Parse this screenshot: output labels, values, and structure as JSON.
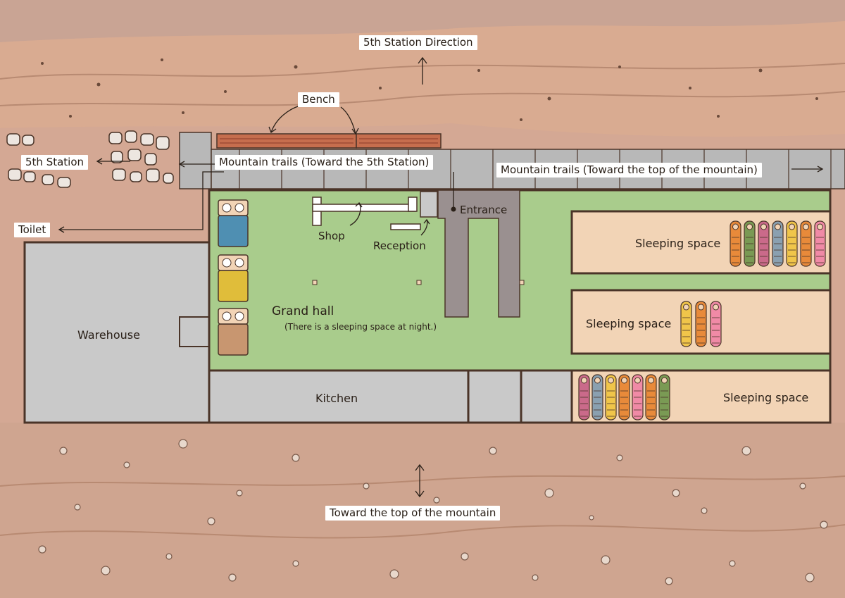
{
  "labels": {
    "fifth_station_direction": "5th Station Direction",
    "bench": "Bench",
    "fifth_station": "5th Station",
    "trail_to_fifth": "Mountain trails (Toward the 5th Station)",
    "trail_to_top": "Mountain trails (Toward the top of the mountain)",
    "toilet": "Toilet",
    "entrance": "Entrance",
    "shop": "Shop",
    "reception": "Reception",
    "warehouse": "Warehouse",
    "grand_hall": "Grand hall",
    "grand_hall_note": "(There is a sleeping space at night.)",
    "kitchen": "Kitchen",
    "sleeping_space_1": "Sleeping space",
    "sleeping_space_2": "Sleeping space",
    "sleeping_space_3": "Sleeping space",
    "toward_top": "Toward the top of the mountain"
  },
  "colors": {
    "ground": "#d4a894",
    "trail": "#b8b8b8",
    "hall_floor": "#a9cc8c",
    "sleeping_floor": "#f2d4b6",
    "warehouse_floor": "#c9c9c9",
    "entrance_floor": "#9a9090",
    "wall_line": "#4a3428",
    "bench_wood": "#c66e4e",
    "futon_blue": "#4f8fb2",
    "futon_yellow": "#e0bd3a",
    "futon_brown": "#c89670"
  },
  "sleeping_bag_colors": [
    "#e88a3a",
    "#7a9a54",
    "#ca6a8a",
    "#8aa0b0",
    "#f0c54a",
    "#e88a3a",
    "#f08aa6"
  ]
}
